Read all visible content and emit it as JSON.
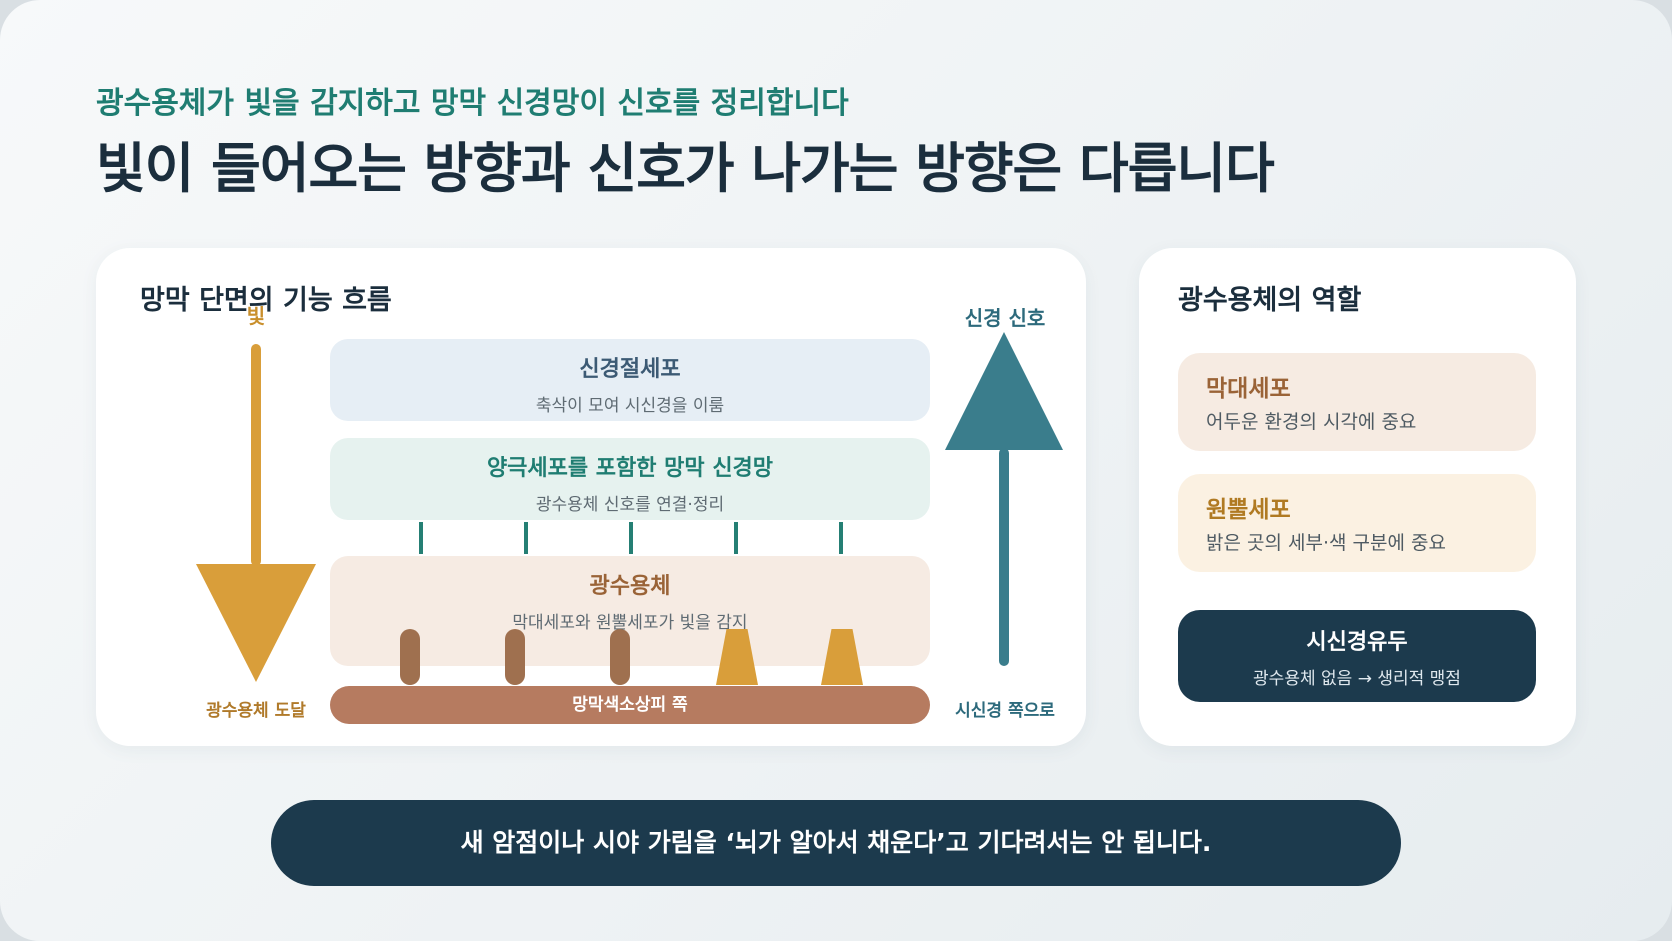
{
  "header": {
    "subtitle": "광수용체가 빛을 감지하고 망막 신경망이 신호를 정리합니다",
    "title": "빛이 들어오는 방향과 신호가 나가는 방향은 다릅니다"
  },
  "diagram": {
    "title": "망막 단면의 기능 흐름",
    "light_label": "빛",
    "light_end_label": "광수용체 도달",
    "signal_label": "신경 신호",
    "signal_end_label": "시신경 쪽으로",
    "layers": [
      {
        "name": "신경절세포",
        "desc": "축삭이 모여 시신경을 이룸"
      },
      {
        "name": "양극세포를 포함한 망막 신경망",
        "desc": "광수용체 신호를 연결·정리"
      },
      {
        "name": "광수용체",
        "desc": "막대세포와 원뿔세포가 빛을 감지"
      }
    ],
    "base_label": "망막색소상피 쪽",
    "colors": {
      "light": "#d99e3a",
      "signal": "#3a7d8c",
      "network": "#257f74",
      "rod": "#9f704f",
      "cone": "#d99e3a",
      "base": "#b67b60"
    }
  },
  "roles": {
    "title": "광수용체의 역할",
    "items": [
      {
        "name": "막대세포",
        "desc": "어두운 환경의 시각에 중요"
      },
      {
        "name": "원뿔세포",
        "desc": "밝은 곳의 세부·색 구분에 중요"
      },
      {
        "name": "시신경유두",
        "desc": "광수용체 없음 → 생리적 맹점"
      }
    ]
  },
  "banner": {
    "text": "새 암점이나 시야 가림을 ‘뇌가 알아서 채운다’고 기다려서는 안 됩니다."
  }
}
